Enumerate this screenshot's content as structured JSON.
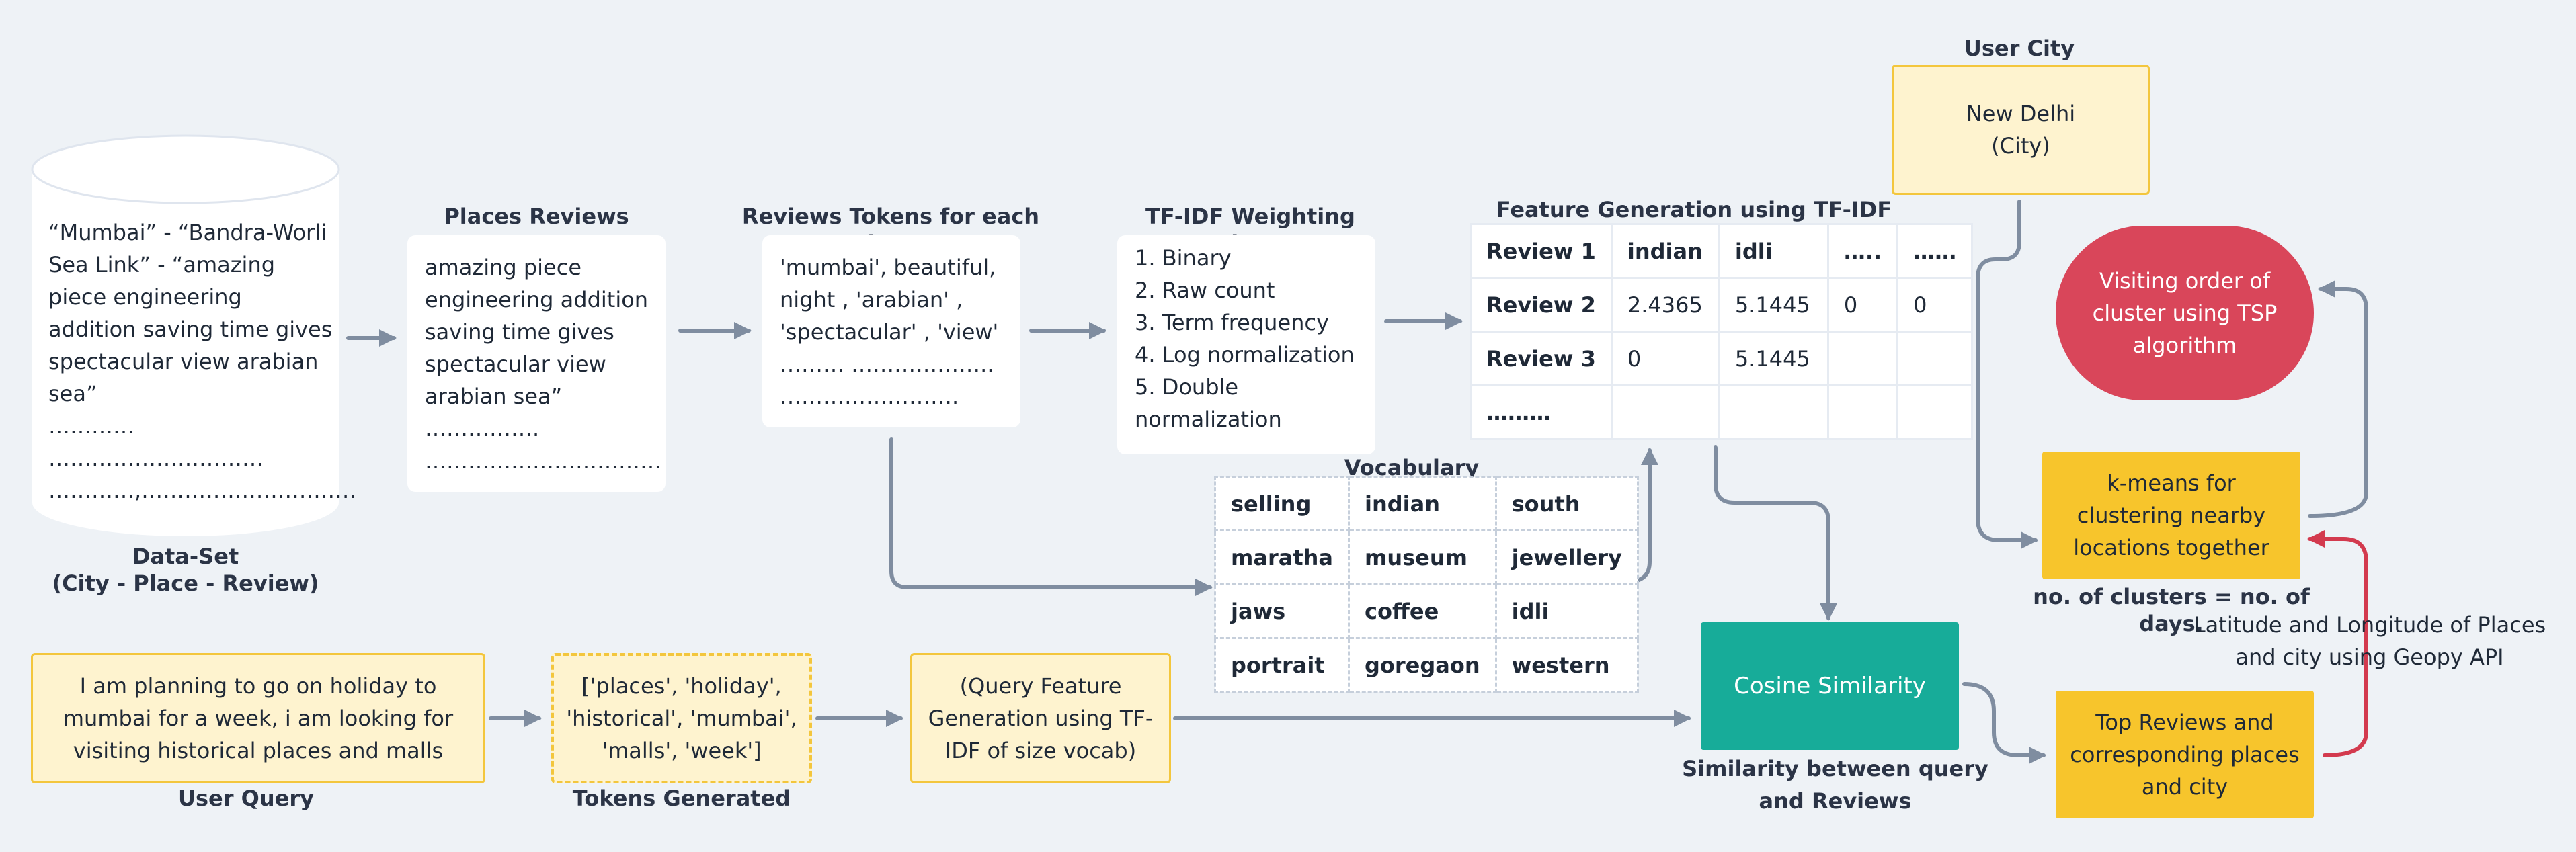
{
  "dataset": {
    "label_line1": "Data-Set",
    "label_line2": "(City - Place -  Review)",
    "text_lines": [
      "“Mumbai” - “Bandra-Worli",
      "Sea Link” - “amazing",
      "piece engineering",
      "addition saving time gives",
      "spectacular view arabian",
      "sea”",
      "…………",
      "…………………………",
      "…………,…………………………"
    ]
  },
  "places_reviews": {
    "title": "Places Reviews",
    "text_lines": [
      "amazing piece",
      "engineering addition",
      "saving time gives",
      "spectacular view",
      "arabian sea”",
      "…………….",
      "……………………………"
    ]
  },
  "review_tokens": {
    "title": "Reviews Tokens for each places",
    "text_lines": [
      "'mumbai', beautiful,",
      "night , 'arabian' ,",
      "'spectacular' , 'view'",
      "……… ………………..",
      "……………………."
    ]
  },
  "tfidf_scheme": {
    "title": "TF-IDF Weighting Scheme",
    "text_lines": [
      "1. Binary",
      "2. Raw count",
      "3. Term frequency",
      "4. Log normalization",
      "5. Double",
      "normalization"
    ]
  },
  "feature_generation": {
    "title": "Feature Generation using TF-IDF",
    "rows": [
      [
        "Review 1",
        "indian",
        "idli",
        "…..",
        "……"
      ],
      [
        "Review 2",
        "2.4365",
        "5.1445",
        "0",
        "0"
      ],
      [
        "Review 3",
        "0",
        "5.1445",
        "",
        ""
      ],
      [
        "………",
        "",
        "",
        "",
        ""
      ]
    ]
  },
  "vocabulary": {
    "title": "Vocabulary",
    "rows": [
      [
        "selling",
        "indian",
        "south"
      ],
      [
        "maratha",
        "museum",
        "jewellery"
      ],
      [
        "jaws",
        "coffee",
        "idli"
      ],
      [
        "portrait",
        "goregaon",
        "western"
      ]
    ]
  },
  "user_city": {
    "title": "User City",
    "line1": "New Delhi",
    "line2": "(City)"
  },
  "tsp": {
    "line1": "Visiting order of",
    "line2": "cluster using TSP",
    "line3": "algorithm"
  },
  "kmeans": {
    "line1": "k-means for",
    "line2": "clustering nearby",
    "line3": "locations together",
    "caption": "no. of clusters = no. of days."
  },
  "geopy": {
    "line1": "Latitude and Longitude of Places",
    "line2": "and city using Geopy API"
  },
  "cosine": {
    "label": "Cosine Similarity",
    "caption_line1": "Similarity between query",
    "caption_line2": "and Reviews"
  },
  "top_reviews": {
    "line1": "Top Reviews and",
    "line2": "corresponding places",
    "line3": "and city"
  },
  "user_query": {
    "line1": "I am planning to go on holiday to",
    "line2": "mumbai for a week, i am looking for",
    "line3": "visiting historical places and malls",
    "caption": "User Query"
  },
  "tokens_generated": {
    "line1": "['places', 'holiday',",
    "line2": "'historical', 'mumbai',",
    "line3": "'malls', 'week']",
    "caption": "Tokens Generated"
  },
  "query_feature": {
    "line1": "(Query Feature",
    "line2": "Generation using TF-",
    "line3": "IDF of size vocab)"
  },
  "colors": {
    "arrow_gray": "#7f8da0",
    "arrow_red": "#d33a4e",
    "teal": "#17ac99",
    "yellow": "#f7c52c",
    "red": "#d9465a"
  }
}
